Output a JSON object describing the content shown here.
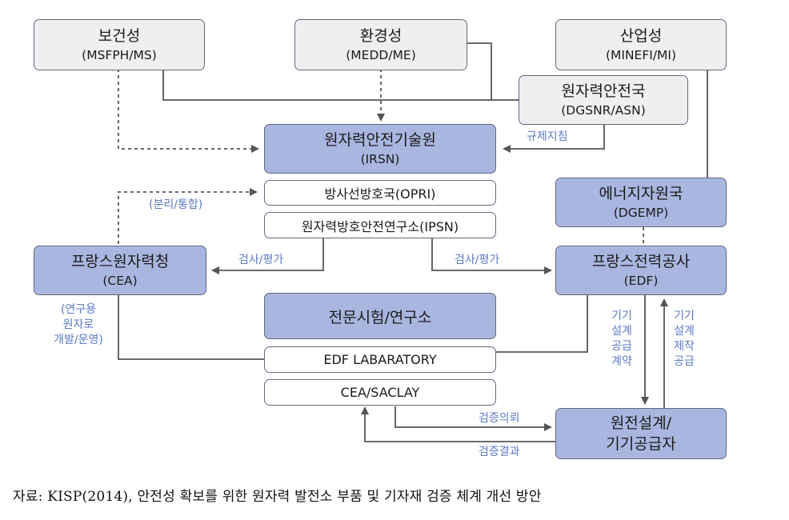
{
  "nodes": {
    "msfph": {
      "name": "보건성",
      "abbr": "(MSFPH/MS)"
    },
    "medd": {
      "name": "환경성",
      "abbr": "(MEDD/ME)"
    },
    "minefi": {
      "name": "산업성",
      "abbr": "(MINEFI/MI)"
    },
    "dgsnr": {
      "name": "원자력안전국",
      "abbr": "(DGSNR/ASN)"
    },
    "irsn": {
      "name": "원자력안전기술원",
      "abbr": "(IRSN)"
    },
    "opri": {
      "name": "방사선방호국(OPRI)"
    },
    "ipsn": {
      "name": "원자력방호안전연구소(IPSN)"
    },
    "dgemp": {
      "name": "에너지자원국",
      "abbr": "(DGEMP)"
    },
    "cea": {
      "name": "프랑스원자력청",
      "abbr": "(CEA)"
    },
    "edf": {
      "name": "프랑스전력공사",
      "abbr": "(EDF)"
    },
    "labs": {
      "name": "전문시험/연구소"
    },
    "edf_lab": {
      "name": "EDF LABARATORY"
    },
    "cea_saclay": {
      "name": "CEA/SACLAY"
    },
    "supplier": {
      "line1": "원전설계/",
      "line2": "기기공급자"
    }
  },
  "labels": {
    "regulation": "규제지침",
    "separation": "(분리/통합)",
    "inspect_left": "검사/평가",
    "inspect_right": "검사/평가",
    "cea_note": [
      "(연구용",
      "원자로",
      "개발/운영)"
    ],
    "edf_to_supplier": "기기\n설계\n공급\n계약",
    "supplier_to_edf": "기기\n설계\n제작\n공급",
    "verify_request": "검증의뢰",
    "verify_result": "검증결과"
  },
  "caption": "자료: KISP(2014), 안전성 확보를 위한 원자력 발전소 부품 및 기자재 검증 체계 개선 방안",
  "colors": {
    "line": "#555555",
    "label": "#5b7ac4",
    "grey_box": "#efeff0",
    "blue_box": "#a9b6e0"
  }
}
